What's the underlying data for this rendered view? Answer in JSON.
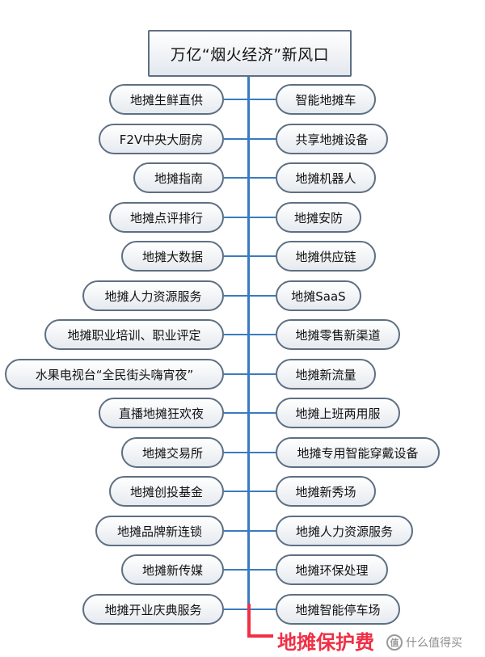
{
  "root": {
    "label": "万亿“烟火经济”新风口"
  },
  "left_nodes": [
    "地摊生鲜直供",
    "F2V中央大厨房",
    "地摊指南",
    "地摊点评排行",
    "地摊大数据",
    "地摊人力资源服务",
    "地摊职业培训、职业评定",
    "水果电视台“全民街头嗨宵夜”",
    "直播地摊狂欢夜",
    "地摊交易所",
    "地摊创投基金",
    "地摊品牌新连锁",
    "地摊新传媒",
    "地摊开业庆典服务"
  ],
  "right_nodes": [
    "智能地摊车",
    "共享地摊设备",
    "地摊机器人",
    "地摊安防",
    "地摊供应链",
    "地摊SaaS",
    "地摊零售新渠道",
    "地摊新流量",
    "地摊上班两用服",
    "地摊专用智能穿戴设备",
    "地摊新秀场",
    "地摊人力资源服务",
    "地摊环保处理",
    "地摊智能停车场"
  ],
  "highlight": {
    "label": "地摊保护费",
    "color": "#f02f45"
  },
  "watermark": {
    "icon_glyph": "值",
    "text": "什么值得买"
  },
  "colors": {
    "connector": "#3a7bbf",
    "node_border": "#5e6f82"
  }
}
